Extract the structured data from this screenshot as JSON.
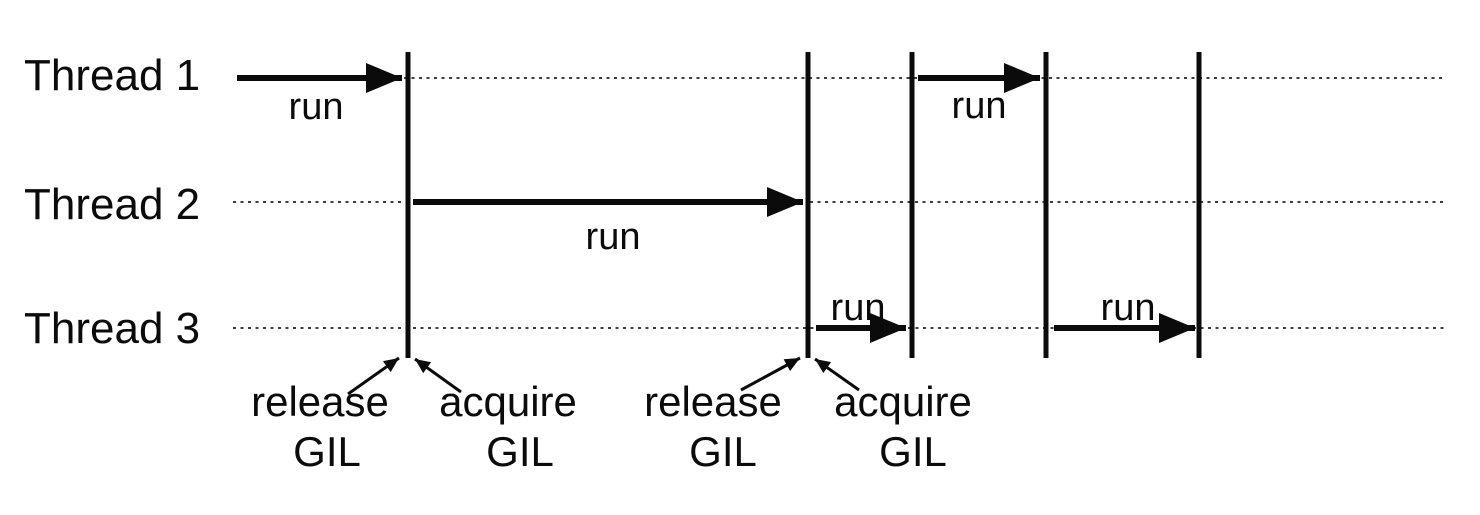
{
  "diagram": {
    "kind": "thread-timeline",
    "threads": [
      {
        "label": "Thread 1"
      },
      {
        "label": "Thread 2"
      },
      {
        "label": "Thread 3"
      }
    ],
    "run_label": "run",
    "run_segments": [
      {
        "thread": "Thread 1",
        "label": "run"
      },
      {
        "thread": "Thread 2",
        "label": "run"
      },
      {
        "thread": "Thread 1",
        "label": "run"
      },
      {
        "thread": "Thread 3",
        "label": "run"
      },
      {
        "thread": "Thread 3",
        "label": "run"
      }
    ],
    "annotations": [
      {
        "word": "release",
        "gil": "GIL"
      },
      {
        "word": "acquire",
        "gil": "GIL"
      },
      {
        "word": "release",
        "gil": "GIL"
      },
      {
        "word": "acquire",
        "gil": "GIL"
      }
    ],
    "colors": {
      "background": "#ffffff",
      "ink": "#0b0b0b",
      "dotted_line": "#3d3d3d"
    }
  }
}
